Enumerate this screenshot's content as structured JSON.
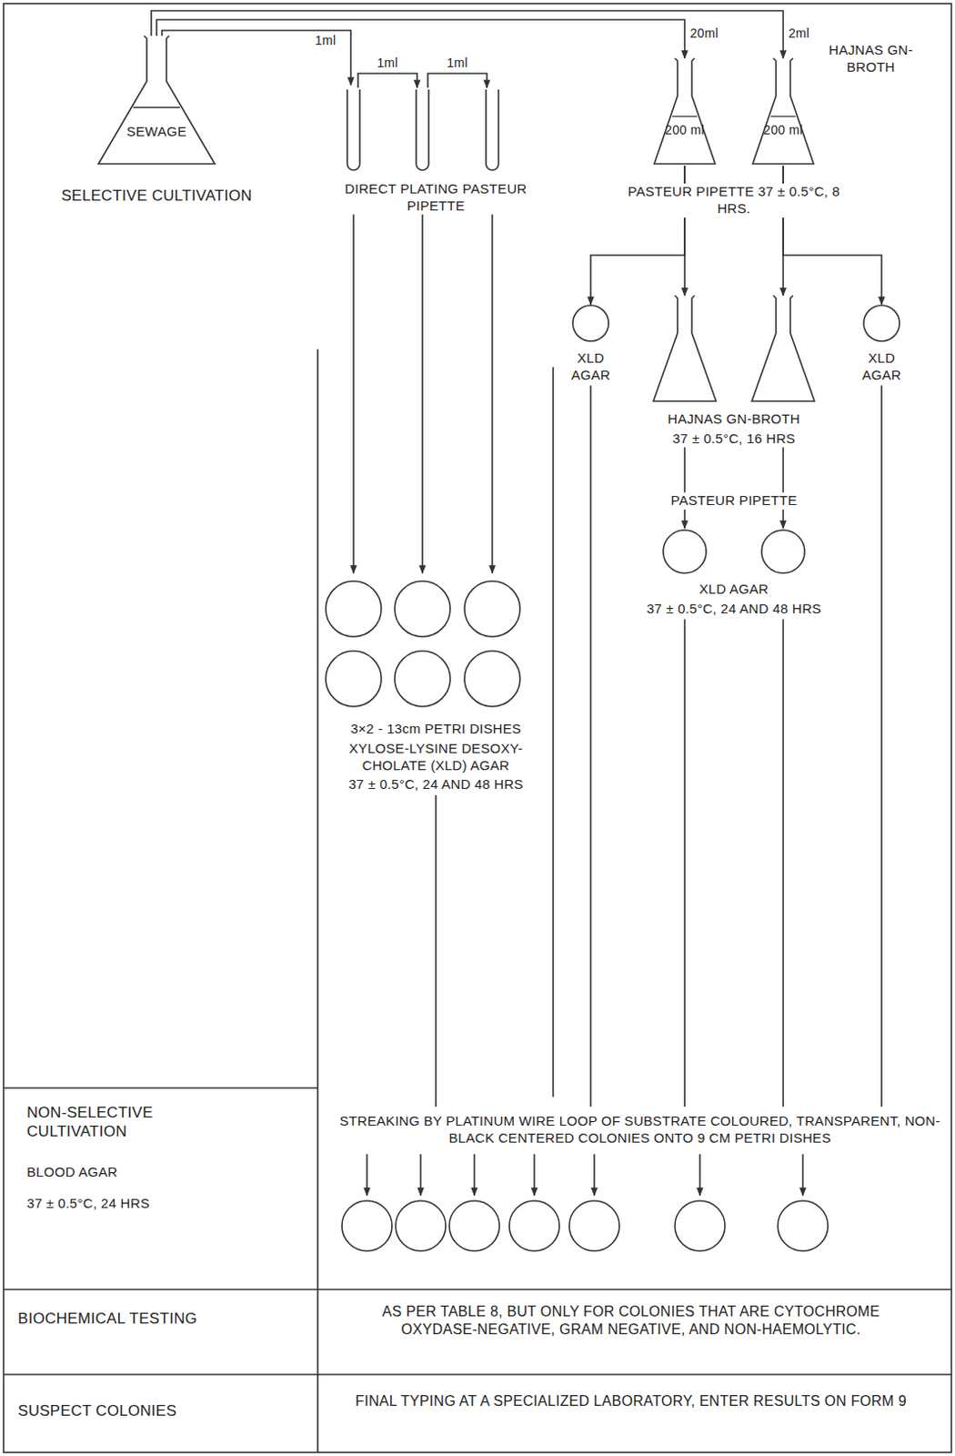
{
  "diagram": {
    "nodes": [
      {
        "text": [
          "SEWAGE"
        ]
      },
      {
        "text": [
          "DIRECT PLATING PASTEUR PIPETTE"
        ]
      },
      {
        "text": [
          "200 ml"
        ]
      },
      {
        "text": [
          "200 ml",
          "HAJNAS GN-BROTH"
        ]
      },
      {
        "text": [
          "3×2 - 13cm PETRI DISHES",
          "XYLOSE-LYSINE DESOXY- CHOLATE (XLD) AGAR",
          "37 ± 0.5°C, 24 AND 48 HRS"
        ]
      },
      {
        "text": [
          "XLD AGAR"
        ]
      },
      {
        "text": [
          "HAJNAS GN-BROTH",
          "37 ± 0.5°C, 16 HRS"
        ]
      },
      {
        "text": [
          "XLD AGAR"
        ]
      },
      {
        "text": [
          "XLD AGAR",
          "37 ± 0.5°C, 24 AND 48 HRS"
        ]
      },
      {
        "text": [
          "STREAKING BY PLATINUM WIRE LOOP OF SUBSTRATE COLOURED, TRANSPARENT, NON-BLACK CENTERED COLONIES ONTO 9 CM PETRI DISHES"
        ]
      }
    ],
    "edges": [
      {
        "from": 0,
        "to": 1,
        "label": "1ml",
        "arrow": "to"
      },
      {
        "from": 0,
        "to": 2,
        "label": "20ml",
        "arrow": "to"
      },
      {
        "from": 0,
        "to": 3,
        "label": "2ml",
        "arrow": "to"
      },
      {
        "from": 1,
        "to": 4,
        "arrow": "to"
      },
      {
        "from": 2,
        "to": 5,
        "arrow": "to"
      },
      {
        "from": 2,
        "to": 6,
        "arrow": "to"
      },
      {
        "from": 3,
        "to": 6,
        "arrow": "to"
      },
      {
        "from": 3,
        "to": 7,
        "arrow": "to"
      },
      {
        "from": 6,
        "to": 8,
        "arrow": "to"
      },
      {
        "from": 4,
        "to": 9,
        "arrow": "none"
      },
      {
        "from": 5,
        "to": 9,
        "arrow": "none"
      },
      {
        "from": 8,
        "to": 9,
        "arrow": "none"
      },
      {
        "from": 7,
        "to": 9,
        "arrow": "none"
      }
    ],
    "labels": [
      "SELECTIVE CULTIVATION",
      "1ml",
      "1ml",
      "PASTEUR PIPETTE 37 ± 0.5°C, 8 HRS.",
      "PASTEUR PIPETTE",
      "NON-SELECTIVE CULTIVATION",
      "BLOOD AGAR",
      "37 ± 0.5°C, 24 HRS",
      "BIOCHEMICAL TESTING",
      "AS PER TABLE 8, BUT ONLY FOR COLONIES THAT ARE CYTOCHROME OXYDASE-NEGATIVE, GRAM NEGATIVE, AND NON-HAEMOLYTIC.",
      "SUSPECT COLONIES",
      "FINAL TYPING AT A SPECIALIZED LABORATORY, ENTER RESULTS ON FORM 9"
    ]
  }
}
